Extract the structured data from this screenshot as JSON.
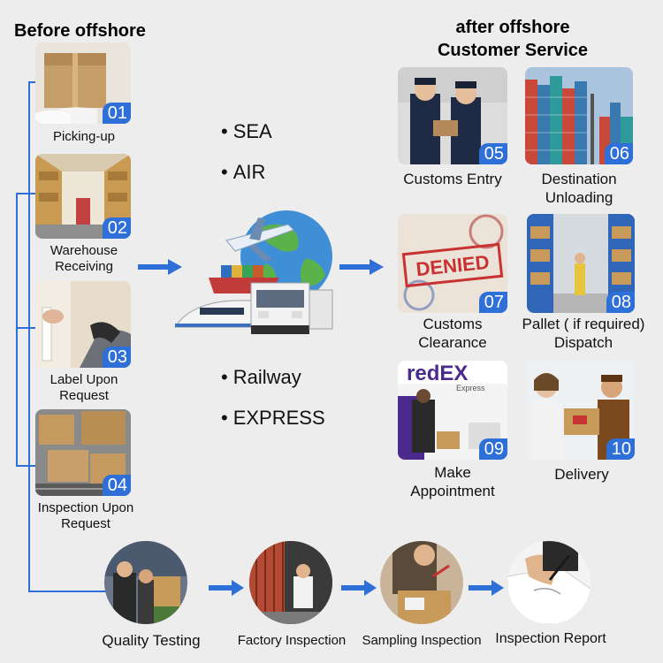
{
  "before": {
    "title": "Before offshore",
    "steps": [
      {
        "num": "01",
        "label": "Picking-up"
      },
      {
        "num": "02",
        "label": "Warehouse\nReceiving"
      },
      {
        "num": "03",
        "label": "Label Upon\nRequest"
      },
      {
        "num": "04",
        "label": "Inspection Upon\nRequest"
      }
    ]
  },
  "after": {
    "title_line1": "after offshore",
    "title_line2": "Customer Service",
    "steps": [
      {
        "num": "05",
        "label": "Customs Entry"
      },
      {
        "num": "06",
        "label": "Destination\nUnloading"
      },
      {
        "num": "07",
        "label": "Customs\nClearance"
      },
      {
        "num": "08",
        "label": "Pallet ( if required)\nDispatch"
      },
      {
        "num": "09",
        "label": "Make\nAppointment"
      },
      {
        "num": "10",
        "label": "Delivery"
      }
    ]
  },
  "modes": {
    "sea": "SEA",
    "air": "AIR",
    "railway": "Railway",
    "express": "EXPRESS",
    "bullet": "•"
  },
  "inspection": {
    "steps": [
      {
        "label": "Quality Testing"
      },
      {
        "label": "Factory Inspection"
      },
      {
        "label": "Sampling Inspection"
      },
      {
        "label": "Inspection Report"
      }
    ]
  },
  "photo_text": {
    "denied": "DENIED",
    "brand": "redEX",
    "brand_sub": "Express"
  },
  "colors": {
    "accent": "#2e6fd8",
    "background": "#ededed"
  }
}
